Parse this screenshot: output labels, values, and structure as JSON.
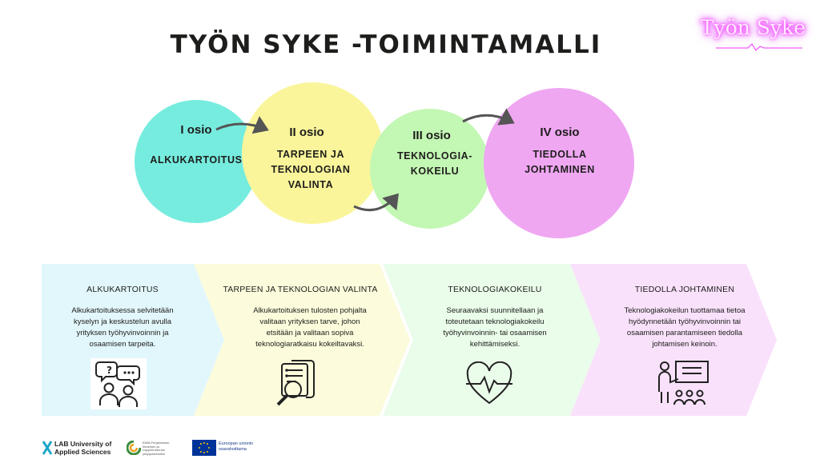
{
  "title": "TYÖN SYKE -TOIMINTAMALLI",
  "brand": "Työn Syke",
  "phases": [
    {
      "num": "I osio",
      "name": "ALKUKARTOITUS"
    },
    {
      "num": "II osio",
      "name_lines": [
        "TARPEEN JA",
        "TEKNOLOGIAN",
        "VALINTA"
      ]
    },
    {
      "num": "III osio",
      "name_lines": [
        "TEKNOLOGIA-",
        "KOKEILU"
      ]
    },
    {
      "num": "IV osio",
      "name_lines": [
        "TIEDOLLA",
        "JOHTAMINEN"
      ]
    }
  ],
  "colors": {
    "phase1": "#76ecdf",
    "phase2": "#faf59a",
    "phase3": "#c3f7b4",
    "phase4": "#efa7f2",
    "panel1": "#e2f7fc",
    "panel2": "#fcfcdc",
    "panel3": "#eafcea",
    "panel4": "#f9e1fb"
  },
  "panels": [
    {
      "heading": "ALKUKARTOITUS",
      "text_lines": [
        "Alkukartoituksessa selvitetään",
        "kyselyn ja keskustelun avulla",
        "yrityksen työhyvinvoinnin ja",
        "osaamisen tarpeita."
      ],
      "icon": "people-question-icon"
    },
    {
      "heading": "TARPEEN JA TEKNOLOGIAN VALINTA",
      "text_lines": [
        "Alkukartoituksen tulosten pohjalta",
        "valitaan yrityksen tarve, johon",
        "etsitään ja valitaan sopiva",
        "teknologiaratkaisu kokeiltavaksi."
      ],
      "icon": "document-magnifier-icon"
    },
    {
      "heading": "TEKNOLOGIAKOKEILU",
      "text_lines": [
        "Seuraavaksi suunnitellaan ja",
        "toteutetaan teknologiakokeilu",
        "työhyvinvoinnin- tai osaamisen",
        "kehittämiseksi."
      ],
      "icon": "heart-pulse-icon"
    },
    {
      "heading": "TIEDOLLA JOHTAMINEN",
      "text_lines": [
        "Teknologiakokeilun tuottamaa tietoa",
        "hyödynnetään työhyvinvoinnin tai",
        "osaamisen parantamiseen tiedolla",
        "johtamisen keinoin."
      ],
      "icon": "presentation-icon"
    }
  ],
  "footer": {
    "lab": [
      "LAB University of",
      "Applied Sciences"
    ],
    "region": [
      "Etelä-Pohjanmaan,",
      "Ilmarinen ja",
      "Lappeenrannan",
      "yrityspalveluihin"
    ],
    "eu": [
      "Euroopan unionin",
      "osarahoittama"
    ]
  }
}
